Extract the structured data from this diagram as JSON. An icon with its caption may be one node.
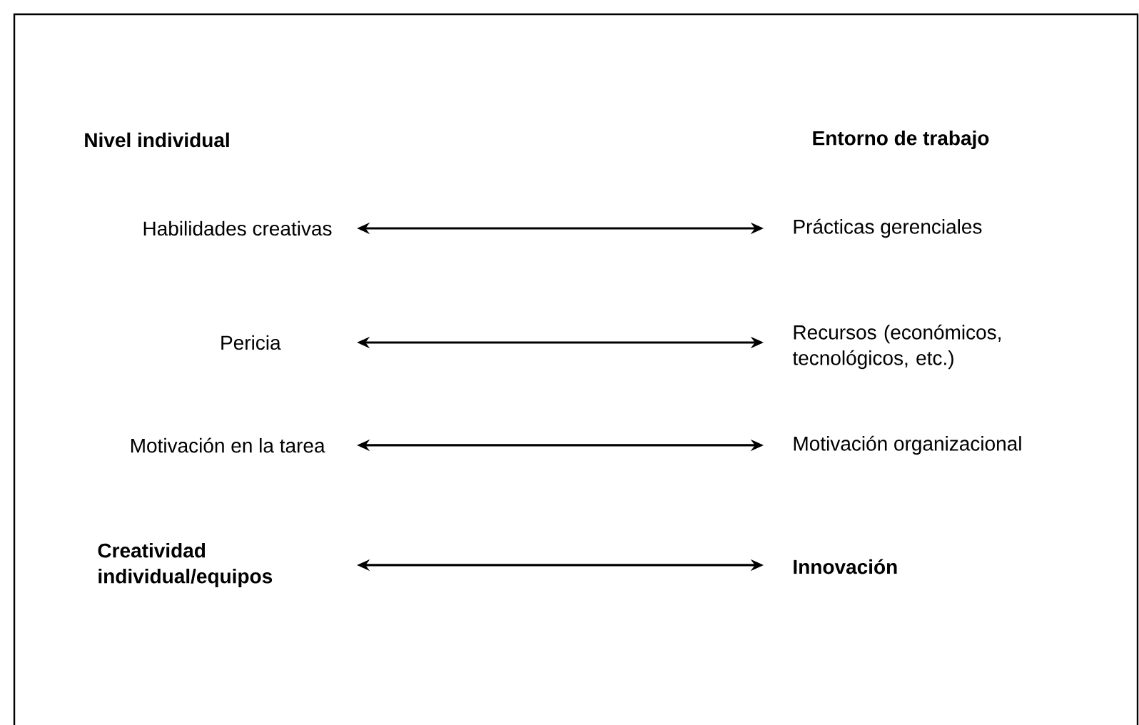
{
  "diagram": {
    "nodes": [
      {
        "text": [
          "Habilidades creativas"
        ]
      },
      {
        "text": [
          "Prácticas gerenciales"
        ]
      },
      {
        "text": [
          "Pericia"
        ]
      },
      {
        "text": [
          "Recursos (económicos, tecnológicos, etc.)"
        ]
      },
      {
        "text": [
          "Motivación en la tarea"
        ]
      },
      {
        "text": [
          "Motivación organizacional"
        ]
      },
      {
        "text": [
          "Creatividad individual/equipos"
        ]
      },
      {
        "text": [
          "Innovación"
        ]
      }
    ],
    "edges": [
      {
        "from": 0,
        "to": 1,
        "arrow": "both"
      },
      {
        "from": 2,
        "to": 3,
        "arrow": "both"
      },
      {
        "from": 4,
        "to": 5,
        "arrow": "both"
      },
      {
        "from": 6,
        "to": 7,
        "arrow": "both"
      }
    ],
    "labels": [
      "Nivel individual",
      "Entorno de trabajo"
    ]
  }
}
